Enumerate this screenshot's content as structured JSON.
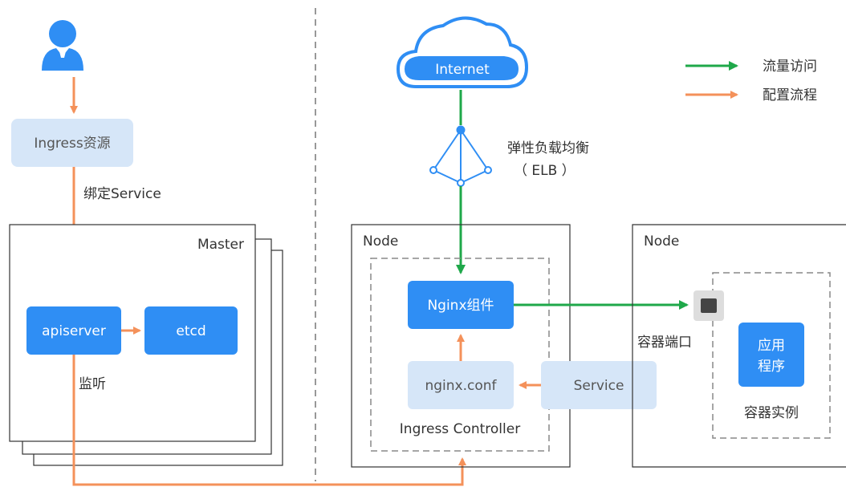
{
  "legend": {
    "traffic_label": "流量访问",
    "config_label": "配置流程",
    "traffic_color": "#1fa84a",
    "config_color": "#f4915a"
  },
  "colors": {
    "blue_box": "#2f8ef4",
    "light_box": "#d6e6f8",
    "border": "#333333",
    "dashed": "#888888"
  },
  "user": {
    "icon": "user-icon"
  },
  "ingress_resource": {
    "label": "Ingress资源"
  },
  "bind_service": {
    "label": "绑定Service"
  },
  "master": {
    "title": "Master",
    "apiserver": "apiserver",
    "etcd": "etcd",
    "listen": "监听"
  },
  "internet": {
    "label": "Internet",
    "icon": "cloud-icon"
  },
  "elb": {
    "line1": "弹性负载均衡",
    "line2": "（ ELB ）",
    "icon": "load-balancer-icon"
  },
  "node1": {
    "title": "Node",
    "nginx": "Nginx组件",
    "nginx_conf": "nginx.conf",
    "controller": "Ingress Controller",
    "service": "Service"
  },
  "node2": {
    "title": "Node",
    "port": "容器端口",
    "app": "应用\n程序",
    "app_line1": "应用",
    "app_line2": "程序",
    "instance": "容器实例"
  }
}
